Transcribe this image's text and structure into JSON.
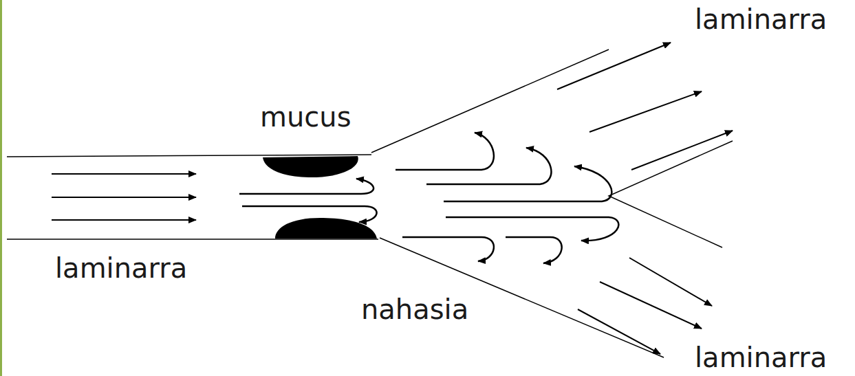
{
  "diagram": {
    "labels": [
      "laminarra",
      "mucus",
      "laminarra",
      "nahasia",
      "laminarra"
    ]
  }
}
